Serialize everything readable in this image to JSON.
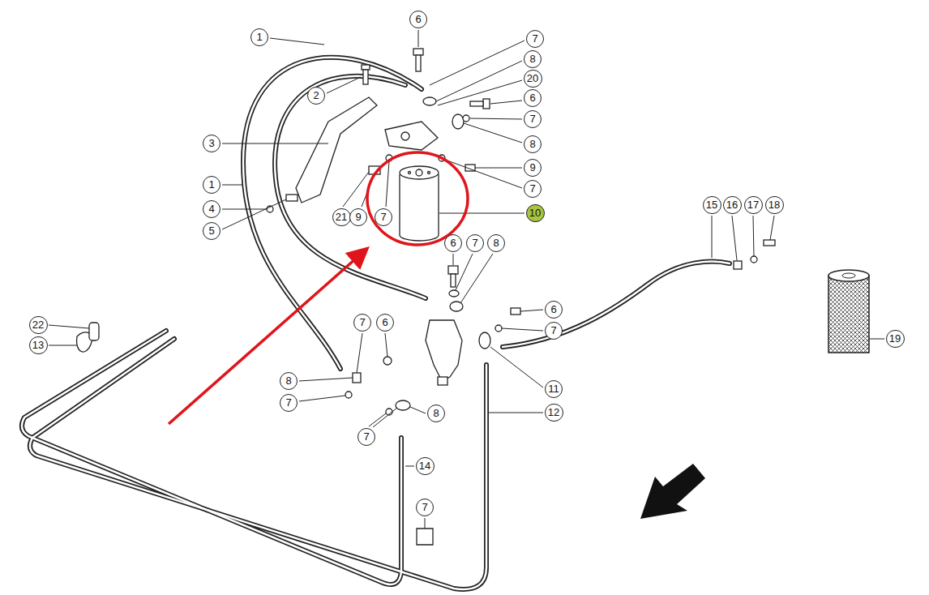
{
  "diagram": {
    "labels": [
      "1",
      "6",
      "7",
      "2",
      "8",
      "20",
      "6",
      "7",
      "3",
      "8",
      "1",
      "9",
      "7",
      "4",
      "10",
      "21",
      "9",
      "7",
      "5",
      "6",
      "7",
      "8",
      "15",
      "16",
      "17",
      "18",
      "22",
      "6",
      "7",
      "6",
      "7",
      "13",
      "19",
      "8",
      "11",
      "7",
      "12",
      "8",
      "7",
      "14",
      "7"
    ]
  }
}
